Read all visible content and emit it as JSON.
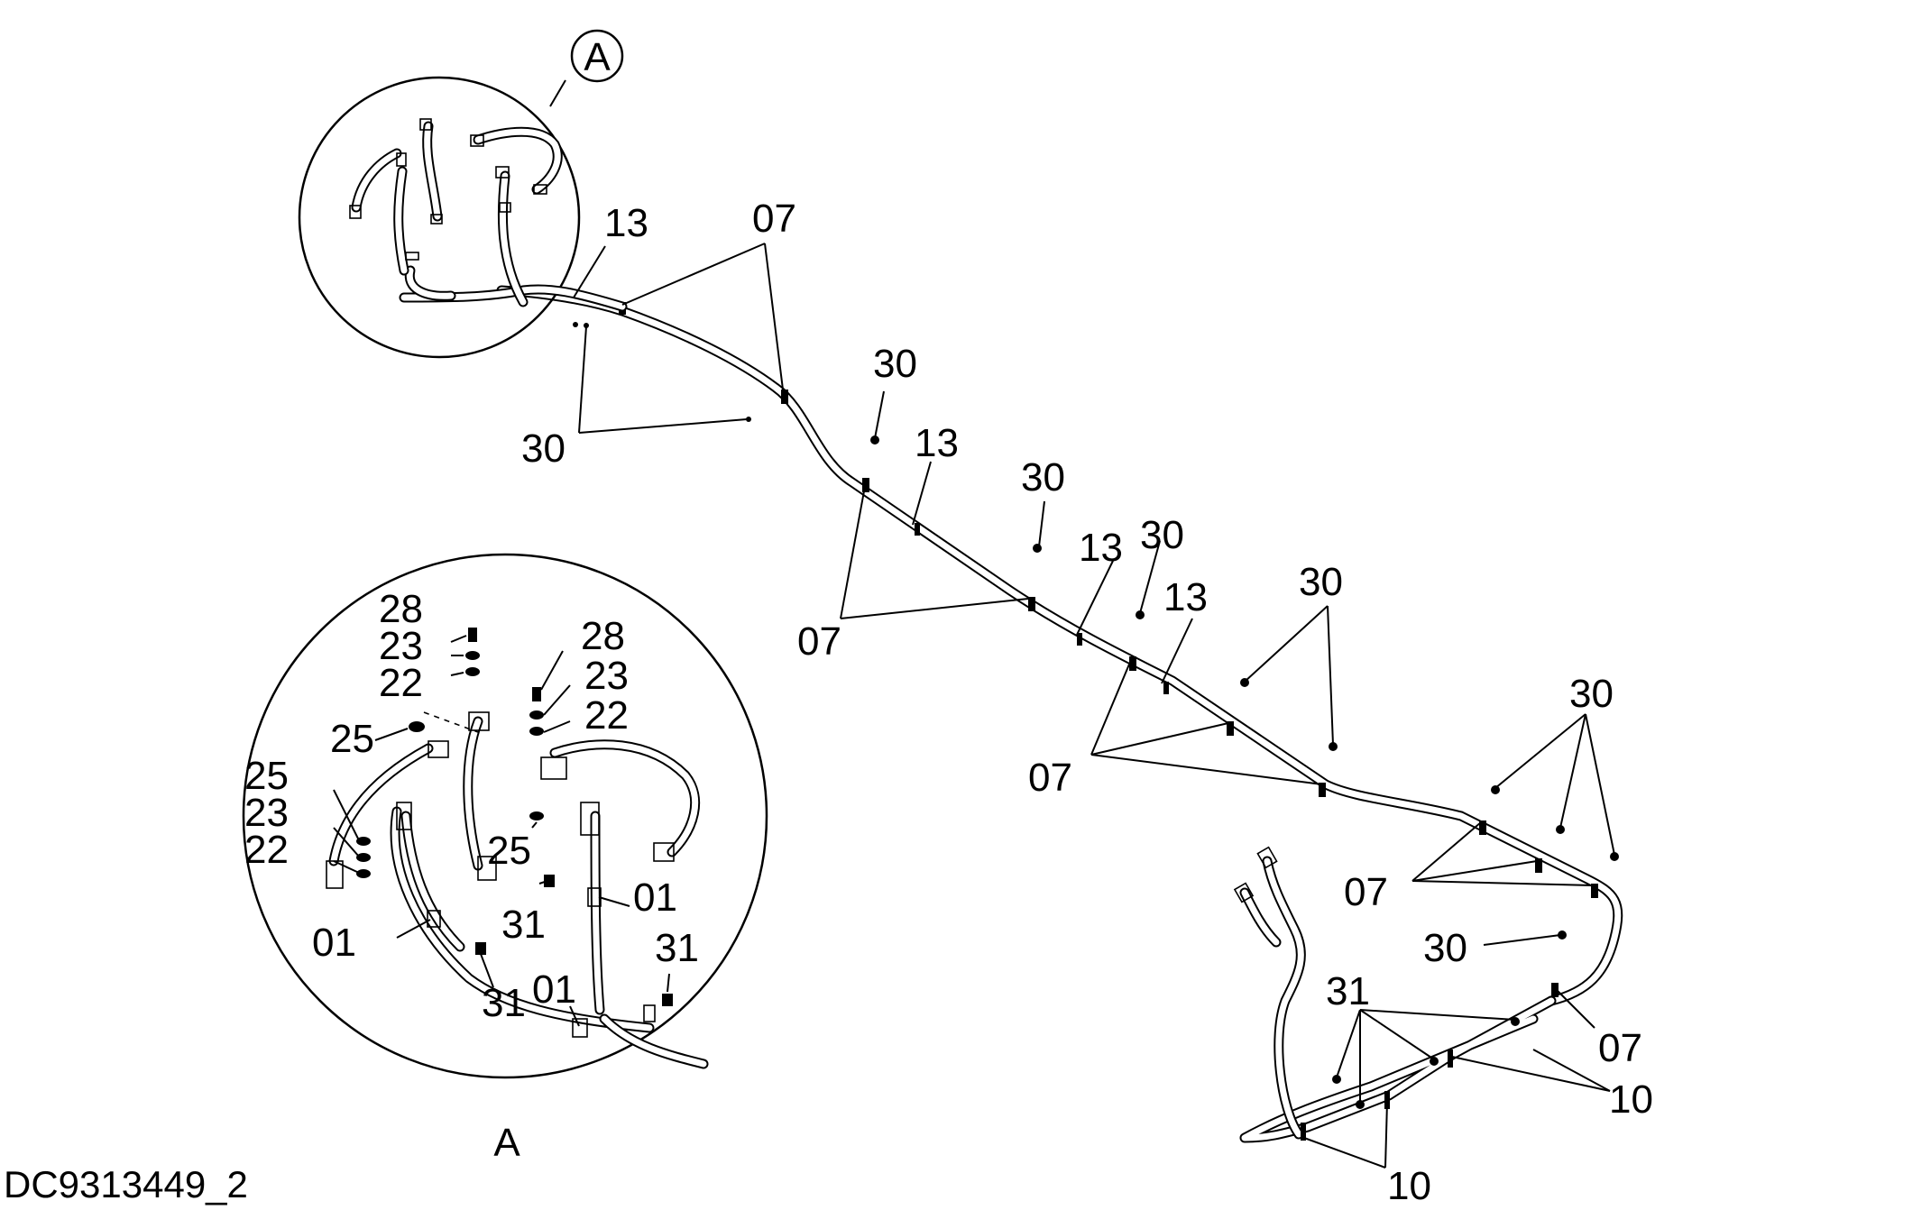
{
  "drawing_id": "DC9313449_2",
  "detail_marker": "A",
  "detail_caption": "A",
  "parts": {
    "p01": "01",
    "p07": "07",
    "p10": "10",
    "p13": "13",
    "p22": "22",
    "p23": "23",
    "p25": "25",
    "p28": "28",
    "p30": "30",
    "p31": "31"
  }
}
